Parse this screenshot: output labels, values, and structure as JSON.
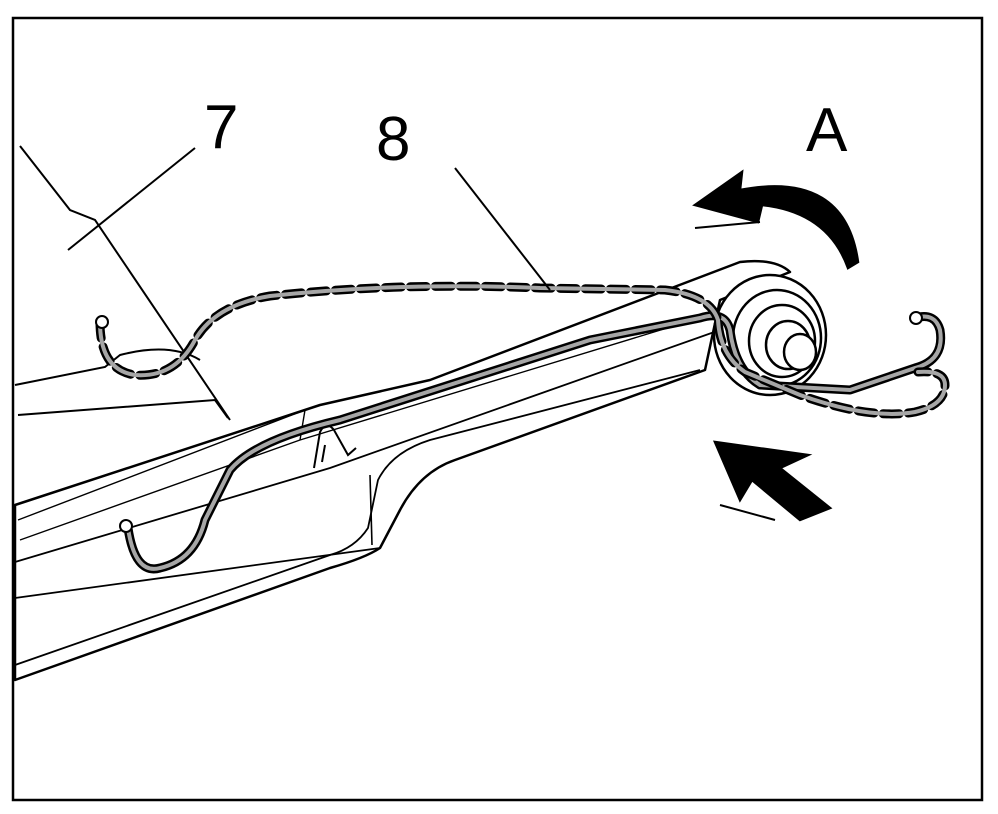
{
  "callouts": {
    "part_7": "7",
    "part_8": "8",
    "view_a": "A"
  },
  "colors": {
    "line": "#000000",
    "spring_fill": "#a6a6a6",
    "background": "#ffffff"
  },
  "icons": [
    "rotate-arrow-icon",
    "push-arrow-icon"
  ]
}
